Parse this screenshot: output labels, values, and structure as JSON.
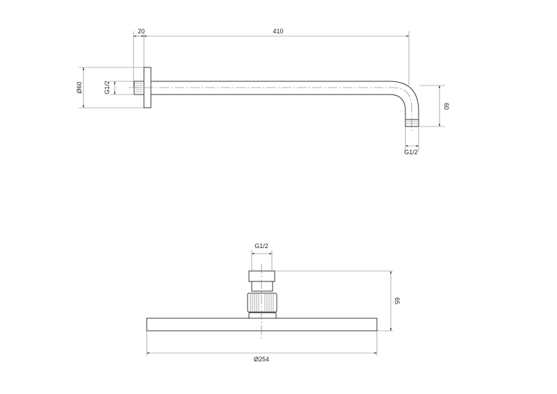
{
  "top_view": {
    "dim_flange_depth": "20",
    "dim_arm_length": "410",
    "dim_flange_diameter": "Ø60",
    "dim_wall_thread": "G1/2",
    "dim_drop": "60",
    "dim_outlet_thread": "G1/2"
  },
  "bottom_view": {
    "dim_inlet_thread": "G1/2",
    "dim_height": "65",
    "dim_head_diameter": "Ø254"
  }
}
